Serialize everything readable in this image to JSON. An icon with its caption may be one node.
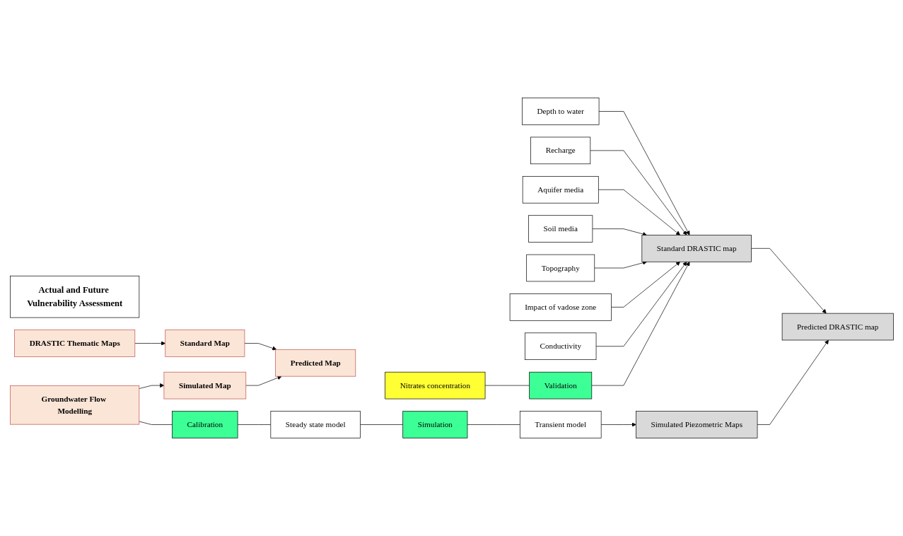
{
  "diagram": {
    "nodes": [
      {
        "text": [
          "Actual and Future Vulnerability Assessment"
        ]
      },
      {
        "text": [
          "DRASTIC Thematic Maps"
        ]
      },
      {
        "text": [
          "Standard Map"
        ]
      },
      {
        "text": [
          "Predicted Map"
        ]
      },
      {
        "text": [
          "Simulated Map"
        ]
      },
      {
        "text": [
          "Groundwater Flow Modelling"
        ]
      },
      {
        "text": [
          "Depth to water"
        ]
      },
      {
        "text": [
          "Recharge"
        ]
      },
      {
        "text": [
          "Aquifer media"
        ]
      },
      {
        "text": [
          "Soil media"
        ]
      },
      {
        "text": [
          "Topography"
        ]
      },
      {
        "text": [
          "Impact of vadose zone"
        ]
      },
      {
        "text": [
          "Conductivity"
        ]
      },
      {
        "text": [
          "Standard DRASTIC map"
        ]
      },
      {
        "text": [
          "Predicted DRASTIC map"
        ]
      },
      {
        "text": [
          "Simulated Piezometric Maps"
        ]
      },
      {
        "text": [
          "Calibration"
        ]
      },
      {
        "text": [
          "Steady state model"
        ]
      },
      {
        "text": [
          "Simulation"
        ]
      },
      {
        "text": [
          "Validation"
        ]
      },
      {
        "text": [
          "Transient model"
        ]
      },
      {
        "text": [
          "Nitrates concentration"
        ]
      }
    ],
    "edges": [
      {
        "from": 1,
        "to": 2,
        "arrow": "to"
      },
      {
        "from": 2,
        "to": 3,
        "arrow": "to"
      },
      {
        "from": 4,
        "to": 3,
        "arrow": "to"
      },
      {
        "from": 5,
        "to": 4,
        "arrow": "to"
      },
      {
        "from": 6,
        "to": 13,
        "arrow": "to"
      },
      {
        "from": 7,
        "to": 13,
        "arrow": "to"
      },
      {
        "from": 8,
        "to": 13,
        "arrow": "to"
      },
      {
        "from": 9,
        "to": 13,
        "arrow": "to"
      },
      {
        "from": 10,
        "to": 13,
        "arrow": "to"
      },
      {
        "from": 11,
        "to": 13,
        "arrow": "to"
      },
      {
        "from": 12,
        "to": 13,
        "arrow": "to"
      },
      {
        "from": 21,
        "to": 19,
        "arrow": "none"
      },
      {
        "from": 19,
        "to": 13,
        "arrow": "to"
      },
      {
        "from": 13,
        "to": 14,
        "arrow": "to"
      },
      {
        "from": 15,
        "to": 14,
        "arrow": "to"
      },
      {
        "from": 5,
        "to": 16,
        "arrow": "none"
      },
      {
        "from": 16,
        "to": 17,
        "arrow": "none"
      },
      {
        "from": 17,
        "to": 18,
        "arrow": "none"
      },
      {
        "from": 18,
        "to": 20,
        "arrow": "none"
      },
      {
        "from": 20,
        "to": 15,
        "arrow": "to"
      }
    ]
  }
}
